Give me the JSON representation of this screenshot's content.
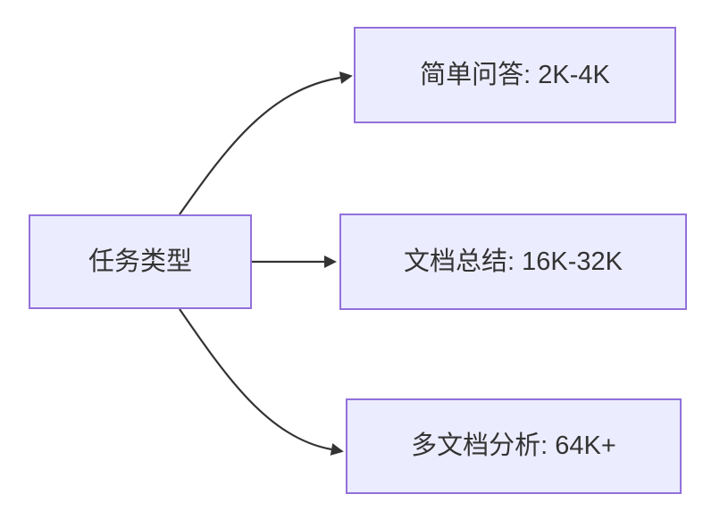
{
  "diagram": {
    "type": "flowchart",
    "direction": "left-to-right",
    "root": {
      "label": "任务类型"
    },
    "children": [
      {
        "label": "简单问答: 2K-4K"
      },
      {
        "label": "文档总结: 16K-32K"
      },
      {
        "label": "多文档分析: 64K+"
      }
    ],
    "colors": {
      "node_fill": "#ECECFF",
      "node_border": "#9370DB",
      "text": "#333333",
      "edge": "#333333",
      "background": "#FFFFFF"
    }
  }
}
